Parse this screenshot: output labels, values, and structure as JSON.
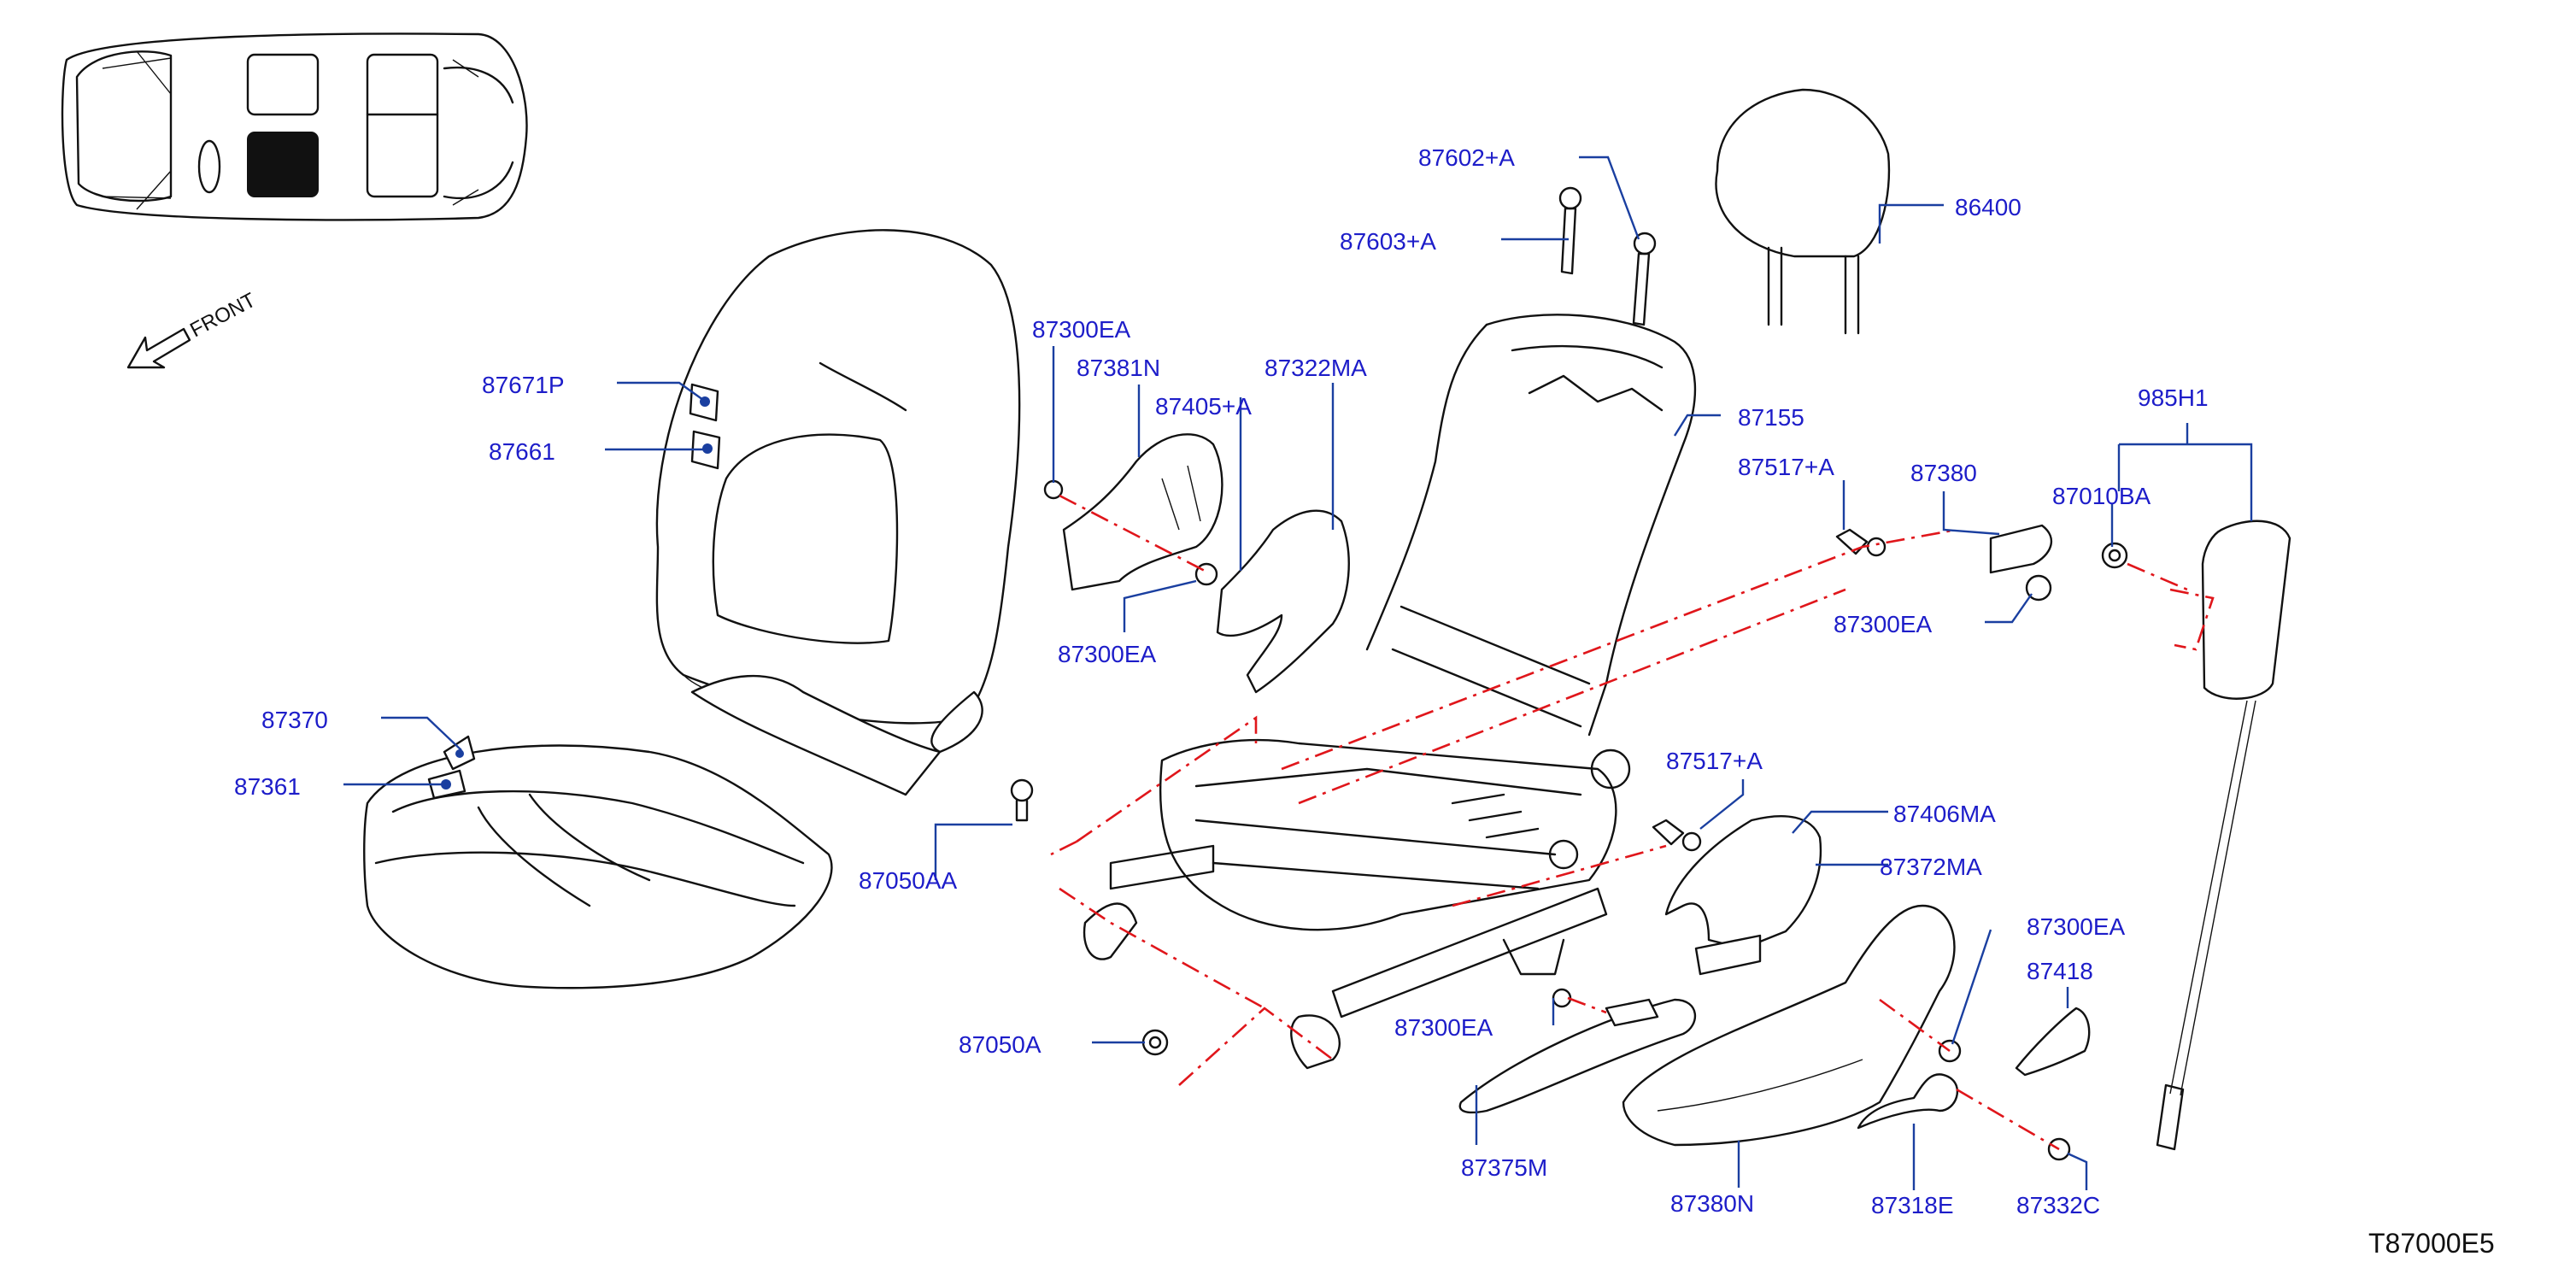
{
  "diagram": {
    "drawing_code": "T87000E5",
    "front_label": "FRONT",
    "labels": {
      "p87671P": "87671P",
      "p87661": "87661",
      "p87370": "87370",
      "p87361": "87361",
      "p87300EA_a": "87300EA",
      "p87381N": "87381N",
      "p87405A": "87405+A",
      "p87322MA": "87322MA",
      "p87300EA_b": "87300EA",
      "p87602A": "87602+A",
      "p87603A": "87603+A",
      "p86400": "86400",
      "p87155": "87155",
      "p87517A_a": "87517+A",
      "p87380": "87380",
      "p87010BA": "87010BA",
      "p985H1": "985H1",
      "p87300EA_c": "87300EA",
      "p87517A_b": "87517+A",
      "p87406MA": "87406MA",
      "p87372MA": "87372MA",
      "p87050AA": "87050AA",
      "p87300EA_d": "87300EA",
      "p87418": "87418",
      "p87050A": "87050A",
      "p87300EA_e": "87300EA",
      "p87375M": "87375M",
      "p87380N": "87380N",
      "p87318E": "87318E",
      "p87332C": "87332C"
    }
  }
}
